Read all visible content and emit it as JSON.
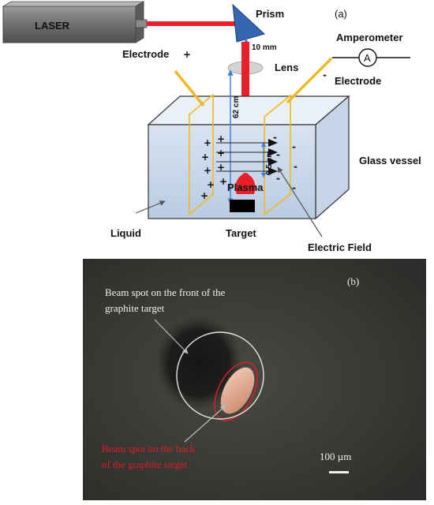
{
  "panel_a": {
    "panel_label": "(a)",
    "laser_label": "LASER",
    "prism_label": "Prism",
    "lens_label": "Lens",
    "amperometer_label": "Amperometer",
    "ammeter_symbol": "A",
    "electrode_left_label": "Electrode",
    "electrode_left_sign": "+",
    "electrode_right_label": "Electrode",
    "electrode_right_sign": "-",
    "dist_prism_lens": "10 mm",
    "dist_lens_target": "62 cm",
    "dist_surface": "0.5 cm",
    "vessel_label": "Glass vessel",
    "plasma_label": "Plasma",
    "liquid_label": "Liquid",
    "target_label": "Target",
    "field_label": "Electric Field",
    "plus_sign": "+",
    "minus_sign": "-",
    "colors": {
      "beam": "#e8202a",
      "electrode": "#f2b822",
      "liquid": "#c9d7ea",
      "prism": "#3566b0",
      "laser_body": "#7a7a7a"
    }
  },
  "panel_b": {
    "panel_label": "(b)",
    "front_caption_line1": "Beam spot on the front of the",
    "front_caption_line2": "graphite target",
    "back_caption_line1": "Beam spot on the back",
    "back_caption_line2": "of the graphite target",
    "scale_label": "100 µm",
    "colors": {
      "front_ring": "#e6e6e6",
      "back_ring": "#d91f26",
      "back_caption": "#d91f26"
    }
  }
}
